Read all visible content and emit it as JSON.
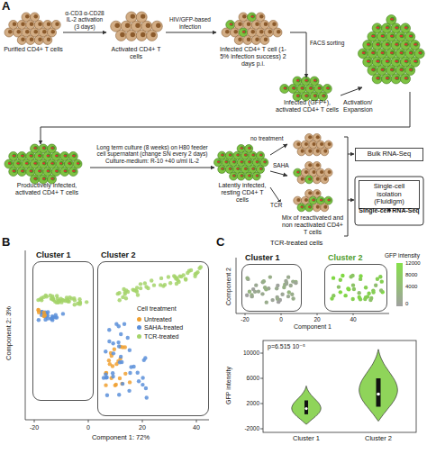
{
  "diagram": {
    "nodes": [
      {
        "text": [
          "Purified CD4+ T cells"
        ]
      },
      {
        "text": [
          "Activated CD4+ T cells"
        ]
      },
      {
        "text": [
          "Infected CD4+ T cell (1-5% infection success) 2 days p.i."
        ]
      },
      {
        "text": [
          "Infected (GFP+), activated CD4+ T cells"
        ]
      },
      {
        "text": [
          "Productively infected, activated CD4+ T cells"
        ]
      },
      {
        "text": [
          "Latently infected, resting CD4+ T cells"
        ]
      },
      {
        "text": [
          "Mix of reactivated and non reactivated CD4+ T cells"
        ]
      },
      {
        "text": [
          "Bulk RNA-Seq"
        ]
      },
      {
        "text": [
          "Single-cell isolation (Fluidigm)"
        ]
      },
      {
        "text": [
          "Single-cell RNA-Seq"
        ]
      },
      {
        "text": [
          "Cluster 1"
        ]
      },
      {
        "text": [
          "Cluster 2"
        ]
      },
      {
        "text": [
          "Cluster 1"
        ]
      },
      {
        "text": [
          "Cluster 2"
        ]
      }
    ],
    "edges": [
      {
        "from": 0,
        "to": 1,
        "label": "α-CD3 α-CD28 IL-2 activation (3 days)",
        "arrow": "to"
      },
      {
        "from": 1,
        "to": 2,
        "label": "HIV/GFP-based infection",
        "arrow": "to"
      },
      {
        "from": 2,
        "to": 3,
        "label": "FACS sorting",
        "arrow": "to"
      },
      {
        "from": 4,
        "to": 5,
        "label": "Long term culture (8 weeks) on H80 feeder cell supernatant (change SN every 2 days) Culture-medium: R-10 +40 u/ml IL-2",
        "arrow": "to"
      },
      {
        "from": 5,
        "to": 6,
        "label": "TCR",
        "arrow": "to"
      },
      {
        "from": 8,
        "to": 9,
        "arrow": "to"
      }
    ],
    "labels": [
      "A",
      "Activation/ Expansion",
      "no treatment",
      "SAHA",
      "B",
      "Component 2: 3%",
      "Component 1: 72%",
      "-20",
      "0",
      "20",
      "40",
      "Cell treatment",
      "C",
      "TCR-treated cells",
      "GFP intensity",
      "12000",
      "8000",
      "4000",
      "0",
      "Component 2",
      "Component 1",
      "-20",
      "0",
      "20",
      "40",
      "p=6.515 10⁻⁵",
      "GFP intensity",
      "10000",
      "6000",
      "2000",
      "-2000",
      "Cluster 1",
      "Cluster 2"
    ],
    "legend": [
      {
        "text": "Untreated",
        "color": "#f0a030"
      },
      {
        "text": "SAHA-treated",
        "color": "#5b8fd9"
      },
      {
        "text": "TCR-treated",
        "color": "#a5d46a"
      }
    ]
  }
}
